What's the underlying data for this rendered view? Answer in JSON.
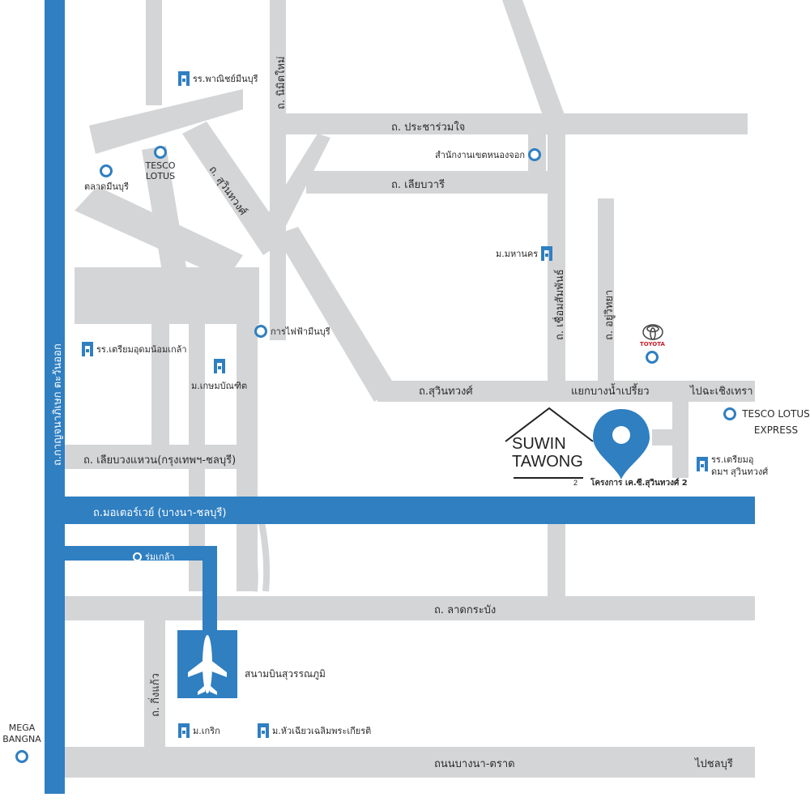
{
  "colors": {
    "road": "#d4d5d7",
    "highway": "#2f7fc1",
    "accent_text": "#2f7fc1",
    "toyota_red": "#cc1f2b"
  },
  "roads": {
    "nimit_mai": "ถ. นิมิตใหม่",
    "pracha_ruam_jai": "ถ. ประชาร่วมใจ",
    "liap_wari": "ถ. เลียบวารี",
    "suwinthawong_diag": "ถ. สุวินทวงศ์",
    "suwinthawong": "ถ.สุวินทวงศ์",
    "chuam_samphan": "ถ. เชื่อมสัมพันธ์",
    "u_withaya": "ถ. อยู่วิทยา",
    "kanchanaphisek": "ถ.กาญจนาภิเษก ตะวันออก",
    "liap_bang_waen": "ถ. เลียบวงแหวน(กรุงเทพฯ-ชลบุรี)",
    "motorway": "ถ.มอเตอร์เวย์ (บางนา-ชลบุรี)",
    "lat_krabang": "ถ. ลาดกระบัง",
    "king_kaeo": "ถ. กิ่งแก้ว",
    "bangna_trat": "ถนนบางนา-ตราด",
    "junction": "แยกบางน้ำเปรี้ยว",
    "to_chachoengsao": "ไปฉะเชิงเทรา",
    "to_chonburi": "ไปชลบุรี"
  },
  "pois": {
    "school_phanitchayamin": "รร.พาณิชย์มีนบุรี",
    "tesco_lotus": "TESCO LOTUS",
    "talat_minburi": "ตลาดมีนบุรี",
    "nong_chok_office": "สำนักงานเขตหนองจอก",
    "mahanakhon_univ": "ม.มหานคร",
    "pea_minburi": "การไฟฟ้ามีนบุรี",
    "school_triam_nom": "รร.เตรียมอุดมน้อมเกล้า",
    "kaset_bandit": "ม.เกษมบัณฑิต",
    "toyota": "TOYOTA",
    "tesco_express": "TESCO LOTUS EXPRESS",
    "school_triam_suwin": "รร.เตรียมอุดมฯ สุวินทวงศ์",
    "romklao": "ร่มเกล้า",
    "suvarnabhumi": "สนามบินสุวรรณภูมิ",
    "kric": "ม.เกริก",
    "hua_chiew": "ม.หัวเฉียวเฉลิมพระเกียรติ",
    "mega_bangna": "MEGA BANGNA"
  },
  "project": {
    "brand_line1": "SUWIN",
    "brand_line2": "TAWONG",
    "brand_num": "2",
    "caption": "โครงการ เค.ซี.สุวินทวงศ์ 2"
  }
}
